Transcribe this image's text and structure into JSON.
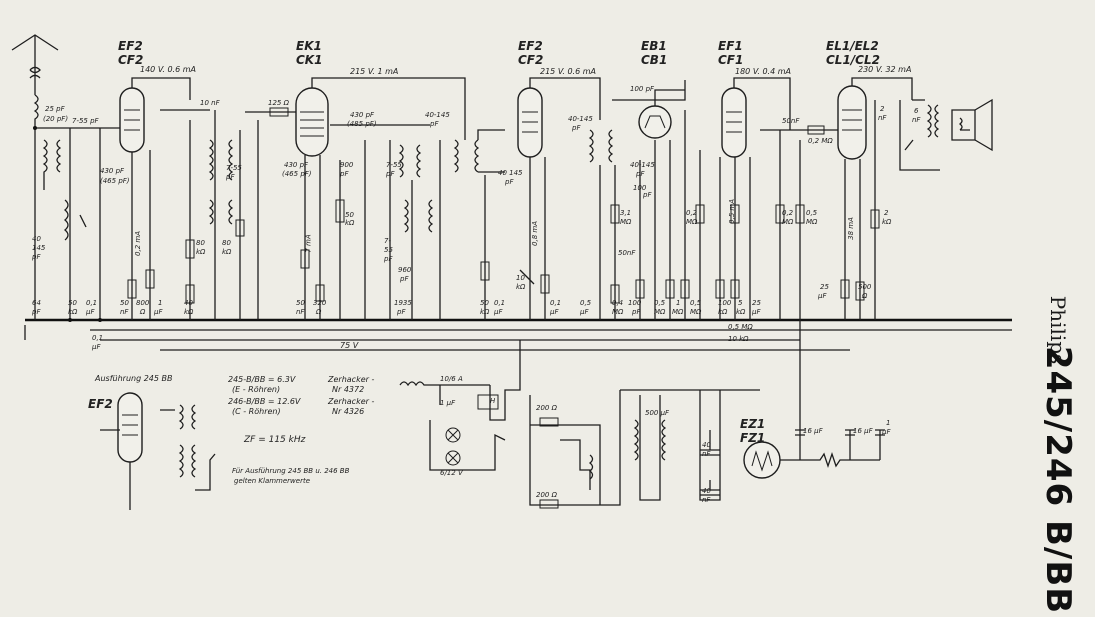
{
  "sidebar": {
    "brand": "Philips",
    "model": "245/246 B/BB"
  },
  "tubes": {
    "t1": {
      "top": "EF2",
      "bottom": "CF2"
    },
    "t2": {
      "top": "EK1",
      "bottom": "CK1"
    },
    "t3": {
      "top": "EF2",
      "bottom": "CF2"
    },
    "t4": {
      "top": "EB1",
      "bottom": "CB1"
    },
    "t5": {
      "top": "EF1",
      "bottom": "CF1"
    },
    "t6": {
      "top": "EL1/EL2",
      "bottom": "CL1/CL2"
    },
    "ez": {
      "top": "EZ1",
      "bottom": "FZ1"
    },
    "alt": "EF2"
  },
  "rails": {
    "r1": "140 V. 0.6 mA",
    "r2": "215 V. 1 mA",
    "r3": "215 V. 0.6 mA",
    "r4": "180 V. 0.4 mA",
    "r5": "230 V. 32 mA",
    "r75": "75 V"
  },
  "notes": {
    "variant": "Ausführung 245 BB",
    "v1a": "245-B/BB = 6.3V",
    "v1b": "(E - Röhren)",
    "v2a": "246-B/BB = 12.6V",
    "v2b": "(C - Röhren)",
    "z1a": "Zerhacker -",
    "z1b": "Nr 4372",
    "z2a": "Zerhacker -",
    "z2b": "Nr 4326",
    "zf": "ZF = 115 kHz",
    "foot1": "Für Ausführung 245 BB u. 246 BB",
    "foot2": "gelten Klammerwerte"
  },
  "values": {
    "c25pf": "25 pF",
    "c20pf": "(20 pF)",
    "c755": "7-55 pF",
    "c430a": "430 pF",
    "c465a": "(465 pF)",
    "c40145a": "40",
    "c40145b": "145",
    "c40145c": "pF",
    "c64a": "64",
    "c64b": "pF",
    "r50a": "50",
    "r50b": "kΩ",
    "c01a": "0,1",
    "c01b": "µF",
    "c01c": "0,1",
    "c01d": "µF",
    "m02": "0,2 mA",
    "c50nf": "50",
    "c50nfb": "nF",
    "r800": "800",
    "r800b": "Ω",
    "c1uf": "1",
    "c1ufb": "µF",
    "r80a": "80",
    "r80b": "kΩ",
    "r40a": "40",
    "r40b": "kΩ",
    "c10nf": "10 nF",
    "r125": "125 Ω",
    "c430b": "430 pF",
    "c485": "(485 pF)",
    "c755b": "7-55",
    "c755c": "pF",
    "r80c": "80",
    "r80d": "kΩ",
    "c430c": "430 pF",
    "c465c": "(465 pF)",
    "m7": "7 mA",
    "c50c": "50",
    "c50d": "nF",
    "r320": "320",
    "r320b": "Ω",
    "c900": "900",
    "c900b": "pF",
    "r50k": "50",
    "r50kb": "kΩ",
    "c755d": "7-55",
    "c755e": "pF",
    "c755f": "7-",
    "c755g": "55",
    "c755h": "pF",
    "c960": "960",
    "c960b": "pF",
    "c1935": "1935",
    "c1935b": "pF",
    "c40145d": "40-145",
    "c40145e": "pF",
    "c40145f": "40 145",
    "c40145g": "pF",
    "m08": "0,8 mA",
    "r10k": "10",
    "r10kb": "kΩ",
    "r50e": "50",
    "r50f": "kΩ",
    "c01e": "0,1",
    "c01f": "µF",
    "c01g": "0,1",
    "c01h": "µF",
    "c100pf": "100 pF",
    "c40145h": "40-145",
    "c40145i": "pF",
    "c40145j": "40-145",
    "c40145k": "pF",
    "c100pfb": "100",
    "c100pfc": "pF",
    "r31": "3,1",
    "r31b": "MΩ",
    "c50nfc": "50nF",
    "r05a": "0,5",
    "r05b": "µF",
    "r04": "0,4",
    "r04b": "MΩ",
    "c100b": "100",
    "c100c": "pF",
    "r05c": "0,5",
    "r05d": "MΩ",
    "r1m": "1",
    "r1mb": "MΩ",
    "r05e": "0,5",
    "r05f": "MΩ",
    "r02m": "0,2",
    "r02mb": "MΩ",
    "m05": "0,5 mA",
    "c50nfd": "50nF",
    "r02mc": "0,2 MΩ",
    "r100": "100",
    "r100b": "kΩ",
    "r5": "5",
    "r5b": "kΩ",
    "c25": "25",
    "c25b": "µF",
    "r02a": "0,2",
    "r02b": "MΩ",
    "r05g": "0,5",
    "r05h": "MΩ",
    "m38": "38 mA",
    "c25c": "25",
    "c25d": "µF",
    "r500": "500",
    "r500b": "Ω",
    "c2nf": "2",
    "c2nfb": "nF",
    "c6": "6",
    "c6b": "nF",
    "r2k": "2",
    "r2kb": "kΩ",
    "r05k": "0,5 MΩ",
    "r10kc": "10 kΩ",
    "f106": "10/6 A",
    "c1u": "1 µF",
    "h": "H",
    "l612": "6/12 V",
    "r200a": "200 Ω",
    "r200b": "200 Ω",
    "c500": "500 µF",
    "c40a": "40",
    "c40b": "nF",
    "c40c": "40",
    "c40d": "nF",
    "c16a": "16 µF",
    "c16b": "16 µF",
    "c1uc": "1",
    "c1ud": "µF"
  }
}
